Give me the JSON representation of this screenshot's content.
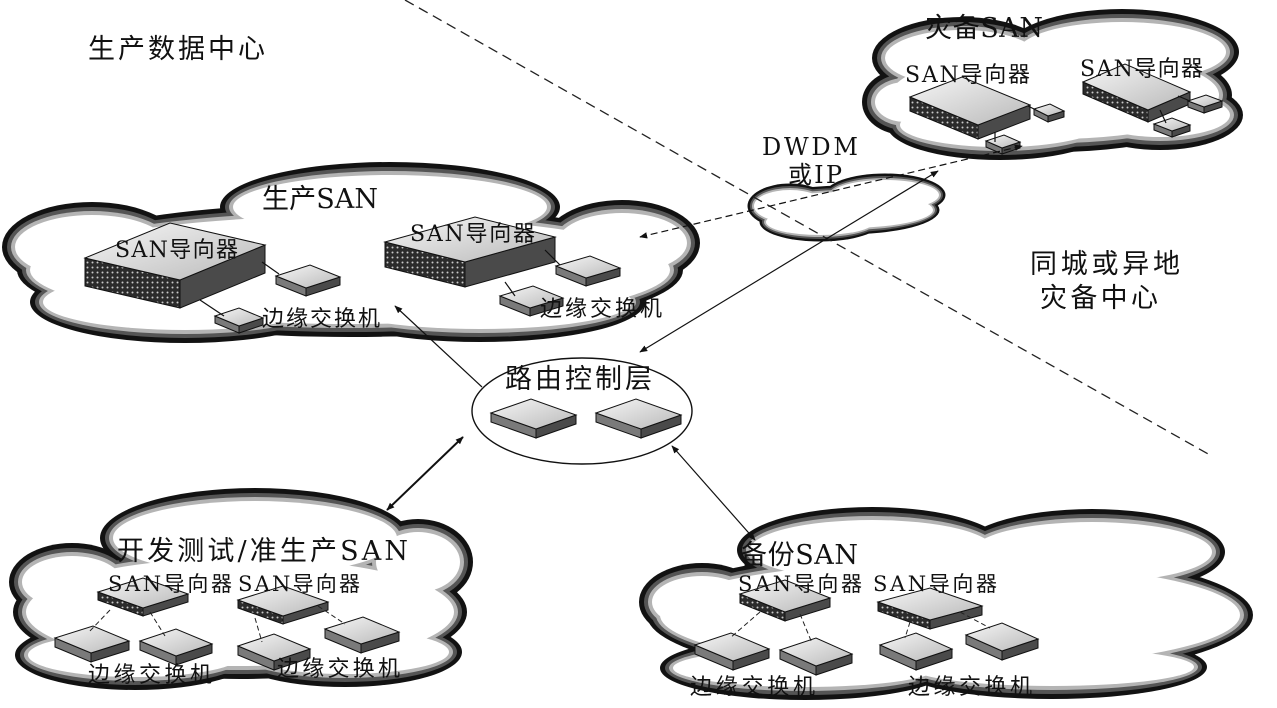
{
  "regions": {
    "production_dc": "生产数据中心",
    "dr_center_line1": "同城或异地",
    "dr_center_line2": "灾备中心"
  },
  "wan_link": {
    "line1": "DWDM",
    "line2": "或IP"
  },
  "dr_san": {
    "title": "灾备SAN",
    "directors": [
      "SAN导向器",
      "SAN导向器"
    ]
  },
  "production_san": {
    "title": "生产SAN",
    "directors": [
      "SAN导向器",
      "SAN导向器"
    ],
    "edge_switches": [
      "边缘交换机",
      "边缘交换机"
    ]
  },
  "routing_layer": {
    "title": "路由控制层"
  },
  "devtest_san": {
    "title": "开发测试/准生产SAN",
    "directors": [
      "SAN导向器",
      "SAN导向器"
    ],
    "edge_switches": [
      "边缘交换机",
      "边缘交换机"
    ]
  },
  "backup_san": {
    "title": "备份SAN",
    "directors": [
      "SAN导向器",
      "SAN导向器"
    ],
    "edge_switches": [
      "边缘交换机",
      "边缘交换机"
    ]
  }
}
